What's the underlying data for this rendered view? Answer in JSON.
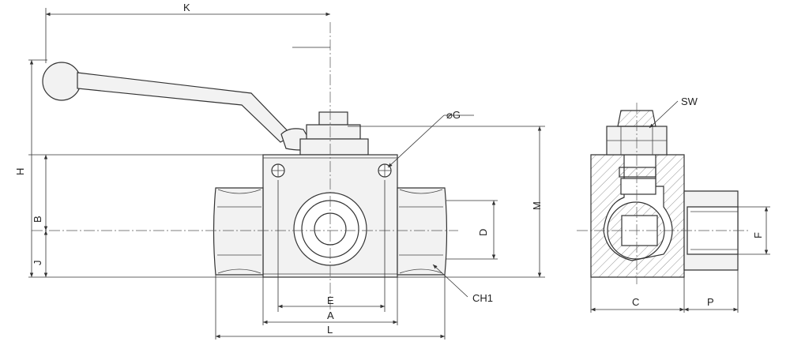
{
  "labels": {
    "K": "K",
    "H": "H",
    "B": "B",
    "J": "J",
    "M": "M",
    "D": "D",
    "E": "E",
    "A": "A",
    "L": "L",
    "G": "⌀G",
    "CH1": "CH1",
    "SW": "SW",
    "C": "C",
    "P": "P",
    "F": "F"
  },
  "colors": {
    "line": "#333333",
    "fill": "#f2f2f2",
    "background": "#ffffff"
  }
}
